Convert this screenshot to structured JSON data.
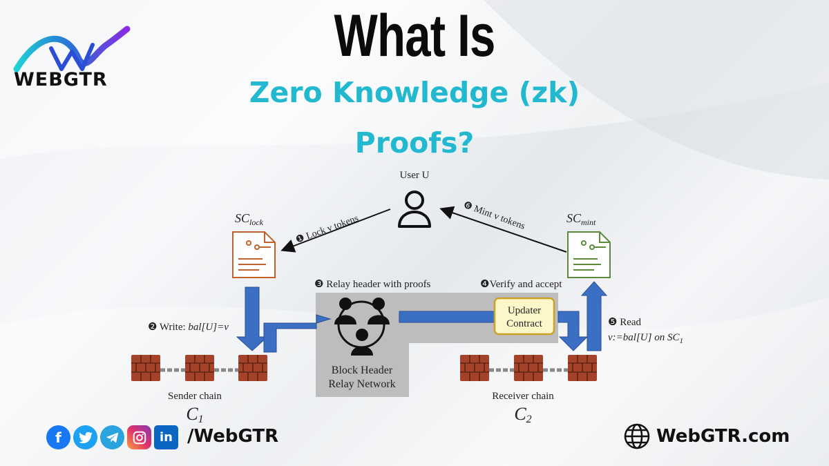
{
  "header": {
    "title": "What Is",
    "subtitle_line1": "Zero Knowledge (zk)",
    "subtitle_line2": "Proofs?"
  },
  "brand": {
    "logo_text": "WEBGTR",
    "handle": "/WebGTR",
    "website": "WebGTR.com"
  },
  "diagram": {
    "user_label": "User U",
    "sc_lock_label": "SC",
    "sc_lock_sub": "lock",
    "sc_mint_label": "SC",
    "sc_mint_sub": "mint",
    "step1": "❶ Lock v tokens",
    "step2_prefix": "❷ Write: ",
    "step2_expr": "bal[U]=v",
    "step3": "❸ Relay header with proofs",
    "step4": "❹Verify and accept",
    "step5": "❺ Read",
    "step5_expr": "v:=bal[U] on SC",
    "step5_sub": "1",
    "step6": "❻ Mint v tokens",
    "relay_line1": "Block Header",
    "relay_line2": "Relay Network",
    "updater_line1": "Updater",
    "updater_line2": "Contract",
    "sender_chain": "Sender chain",
    "sender_symbol": "C",
    "sender_sub": "1",
    "receiver_chain": "Receiver chain",
    "receiver_symbol": "C",
    "receiver_sub": "2"
  },
  "social_icons": [
    "facebook-icon",
    "twitter-icon",
    "telegram-icon",
    "instagram-icon",
    "linkedin-icon"
  ],
  "colors": {
    "title": "#0b0b0b",
    "subtitle": "#22b8cf",
    "sc_lock": "#c0622a",
    "sc_mint": "#5a8a3a",
    "arrow_blue": "#3a6fc4",
    "relay_gray": "#bdbdbd",
    "updater_fill": "#fdf6c8",
    "updater_border": "#c9a227"
  }
}
